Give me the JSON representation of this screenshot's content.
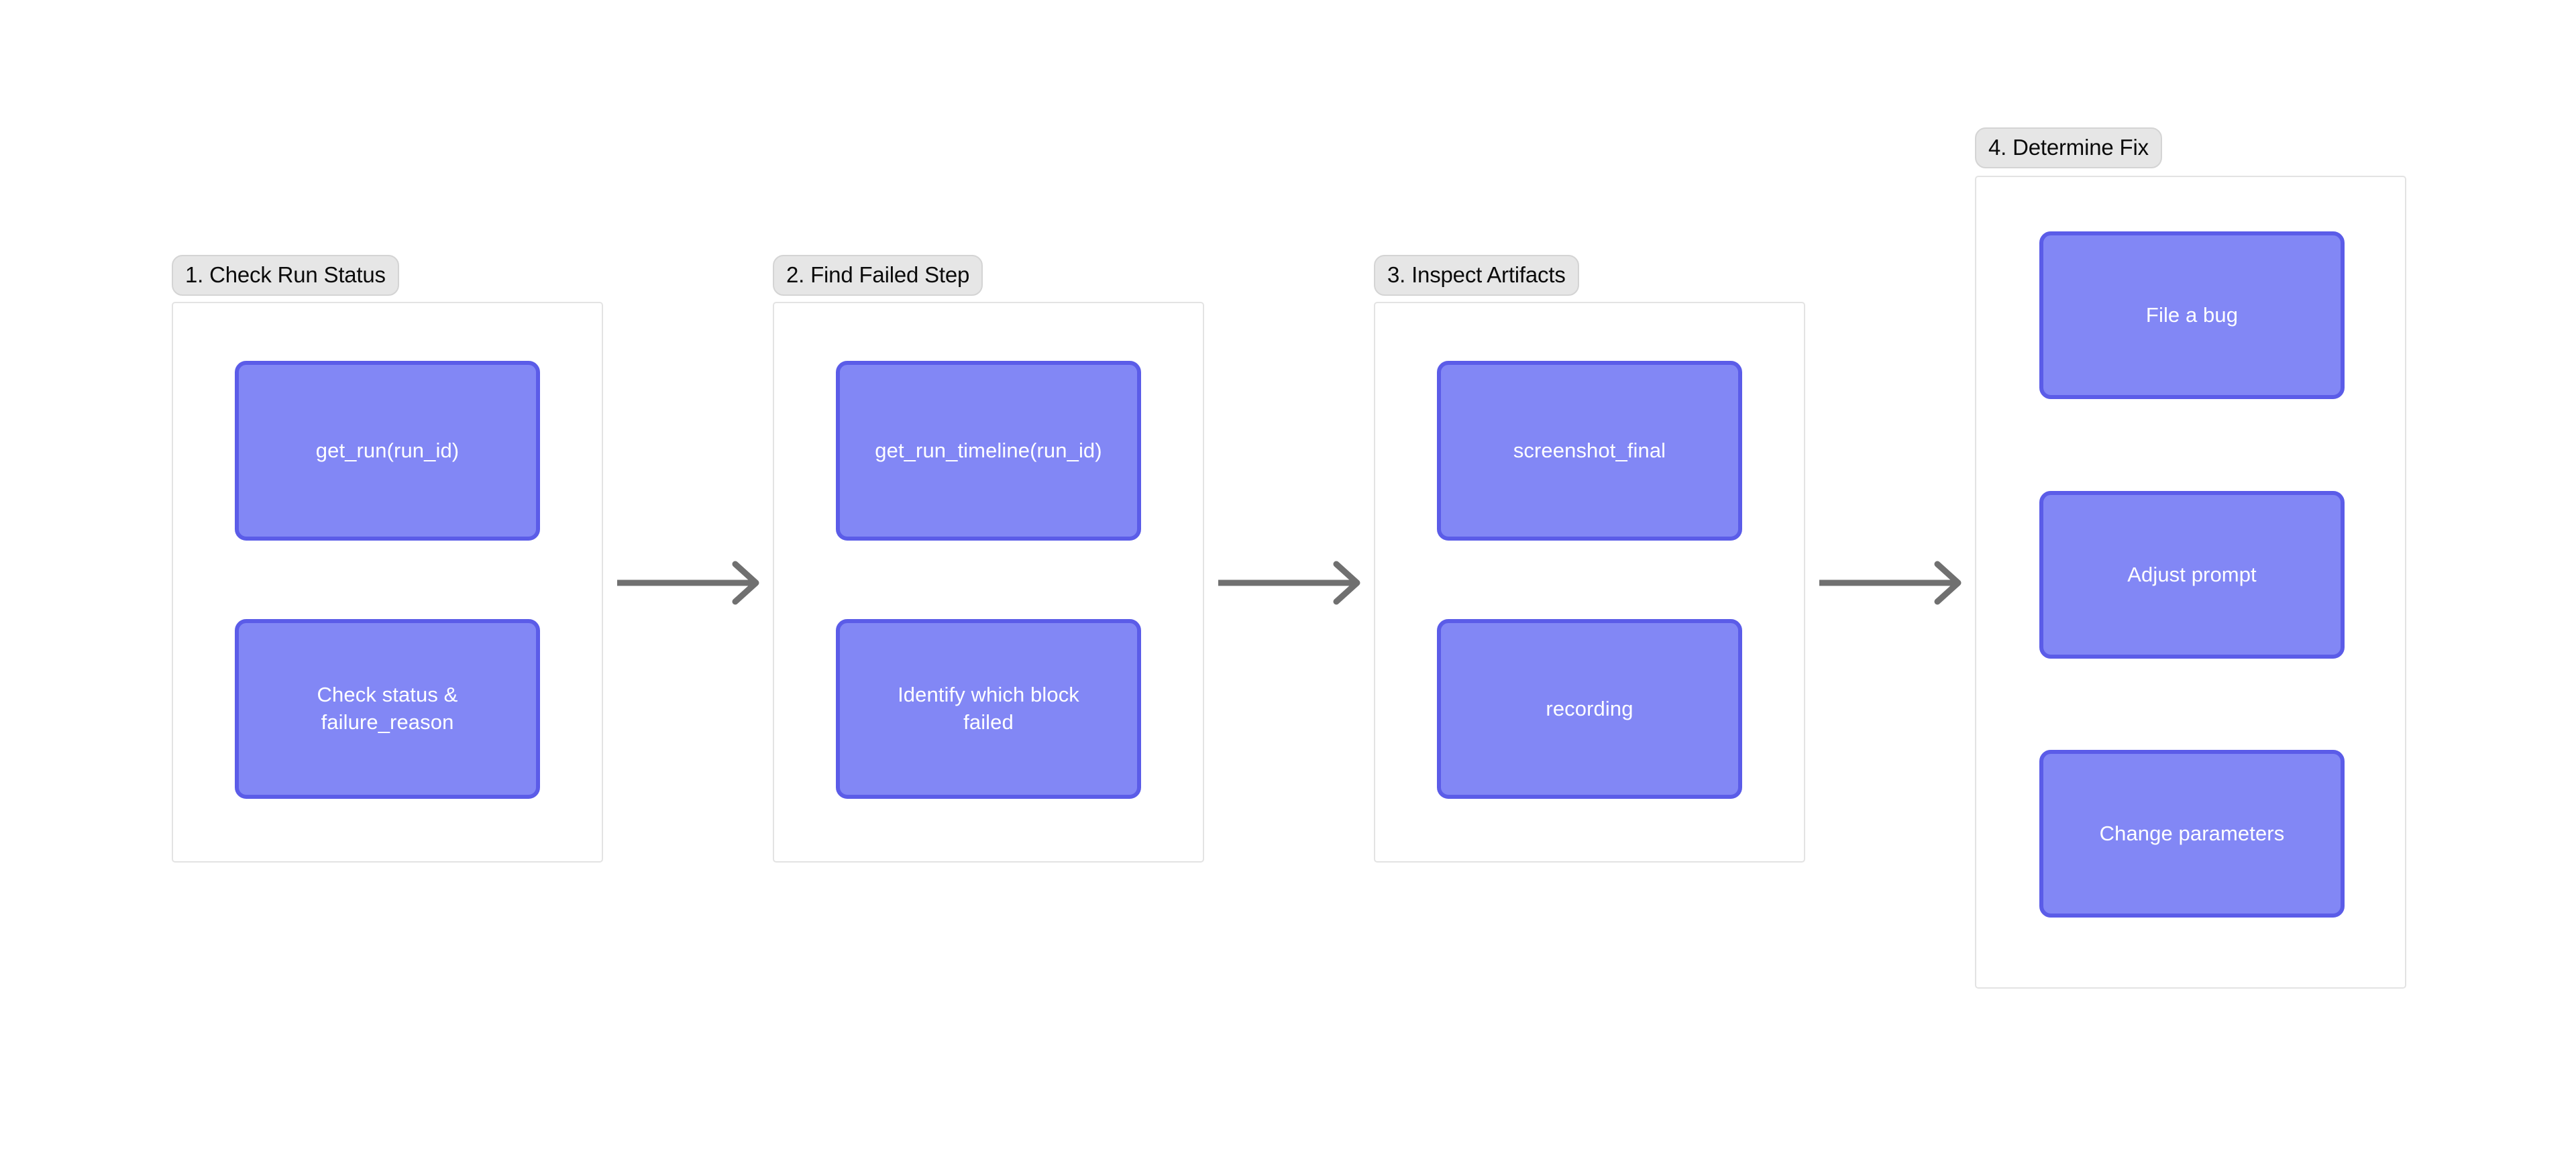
{
  "diagram": {
    "type": "flowchart",
    "orientation": "left-to-right",
    "background_color": "#ffffff",
    "node_fill_color": "#8287f5",
    "node_border_color": "#5b5ce8",
    "node_text_color": "#ffffff",
    "group_border_color": "#e3e3e3",
    "group_label_fill_color": "#e6e6e6",
    "group_label_text_color": "#0b0b0b",
    "arrow_color": "#707070"
  },
  "groups": [
    {
      "label": "1. Check Run Status",
      "nodes": [
        {
          "label": "get_run(run_id)"
        },
        {
          "label": "Check status &\nfailure_reason"
        }
      ]
    },
    {
      "label": "2. Find Failed Step",
      "nodes": [
        {
          "label": "get_run_timeline(run_id)"
        },
        {
          "label": "Identify which block\nfailed"
        }
      ]
    },
    {
      "label": "3. Inspect Artifacts",
      "nodes": [
        {
          "label": "screenshot_final"
        },
        {
          "label": "recording"
        }
      ]
    },
    {
      "label": "4. Determine Fix",
      "nodes": [
        {
          "label": "File a bug"
        },
        {
          "label": "Adjust prompt"
        },
        {
          "label": "Change parameters"
        }
      ]
    }
  ],
  "connectors": [
    {
      "from": "1. Check Run Status",
      "to": "2. Find Failed Step"
    },
    {
      "from": "2. Find Failed Step",
      "to": "3. Inspect Artifacts"
    },
    {
      "from": "3. Inspect Artifacts",
      "to": "4. Determine Fix"
    }
  ]
}
